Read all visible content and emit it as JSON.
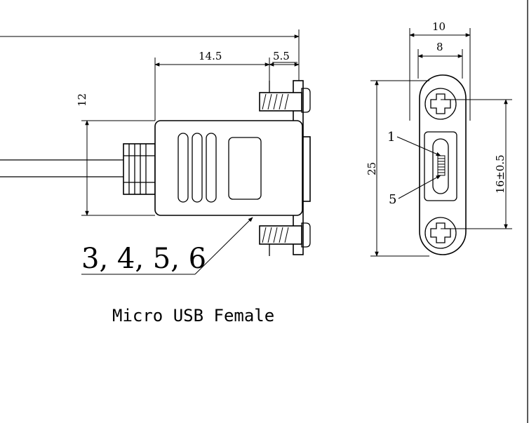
{
  "side_view": {
    "dim_width_label": "14.5",
    "dim_flange_label": "5.5",
    "dim_height_label": "12",
    "pin_callout_label": "3, 4, 5, 6"
  },
  "front_view": {
    "dim_outer_width_label": "10",
    "dim_inner_width_label": "8",
    "dim_total_height_label": "25",
    "dim_hole_pitch_label": "16±0.5",
    "pin1_label": "1",
    "pin5_label": "5"
  },
  "caption": "Micro USB Female"
}
